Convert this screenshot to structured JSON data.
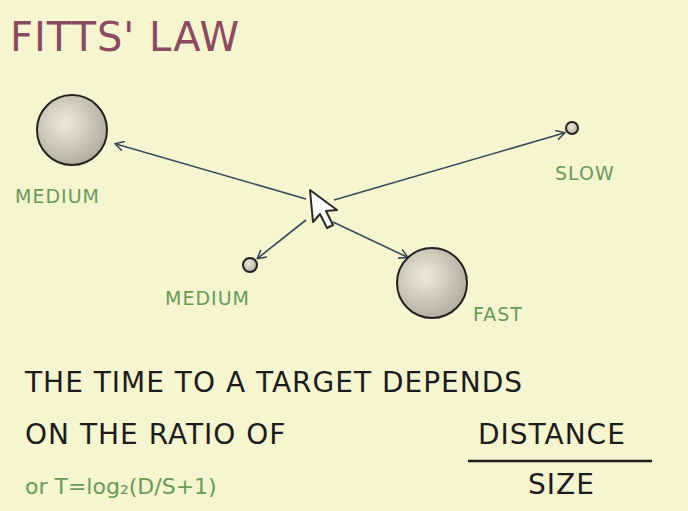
{
  "diagram": {
    "title": "FITTS' LAW",
    "nodes": [
      {
        "text": [
          "MEDIUM"
        ]
      },
      {
        "text": [
          "SLOW"
        ]
      },
      {
        "text": [
          "MEDIUM"
        ]
      },
      {
        "text": [
          "FAST"
        ]
      }
    ],
    "labels": [
      "THE TIME TO A TARGET DEPENDS",
      "ON THE RATIO OF",
      "DISTANCE",
      "SIZE",
      "or T=log₂(D/S+1)"
    ]
  }
}
